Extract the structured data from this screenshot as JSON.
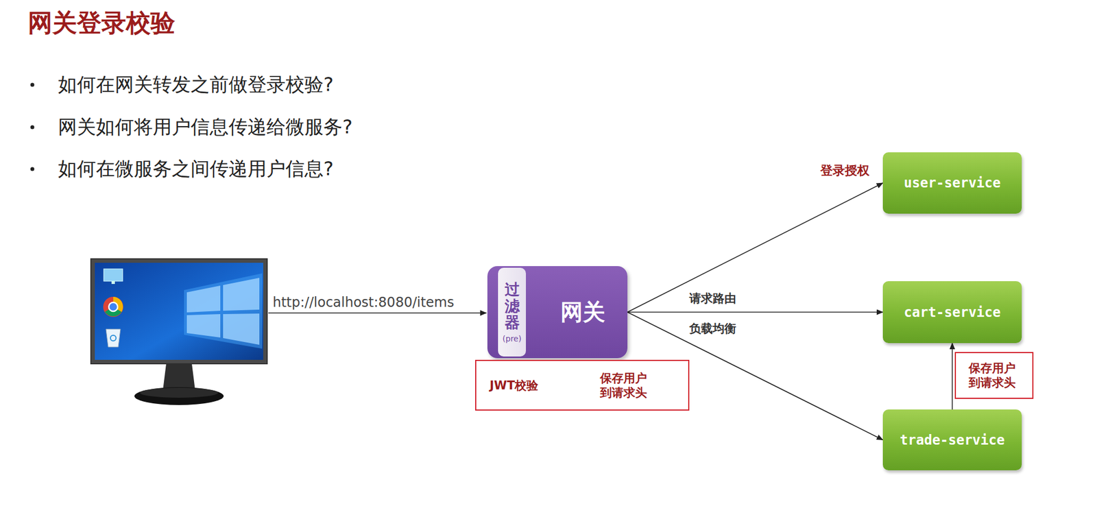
{
  "diagram": {
    "title": "网关登录校验",
    "nodes": [
      {
        "text": [
          "网关"
        ]
      },
      {
        "text": [
          "过滤器",
          "(pre)"
        ],
        "in": 0
      },
      {
        "text": [
          "user-service"
        ]
      },
      {
        "text": [
          "cart-service"
        ]
      },
      {
        "text": [
          "trade-service"
        ]
      },
      {
        "text": [
          "JWT校验",
          "保存用户 到请求头"
        ]
      },
      {
        "text": [
          "保存用户 到请求头"
        ]
      }
    ],
    "edges": [
      {
        "from": 0,
        "to": 2,
        "arrow": "to"
      },
      {
        "from": 0,
        "to": 3,
        "arrow": "to"
      },
      {
        "from": 0,
        "to": 4,
        "arrow": "to"
      },
      {
        "from": 4,
        "to": 3,
        "arrow": "to"
      }
    ],
    "labels": [
      "如何在网关转发之前做登录校验?",
      "网关如何将用户信息传递给微服务?",
      "如何在微服务之间传递用户信息?",
      "http://localhost:8080/items",
      "登录授权",
      "请求路由",
      "负载均衡"
    ]
  }
}
